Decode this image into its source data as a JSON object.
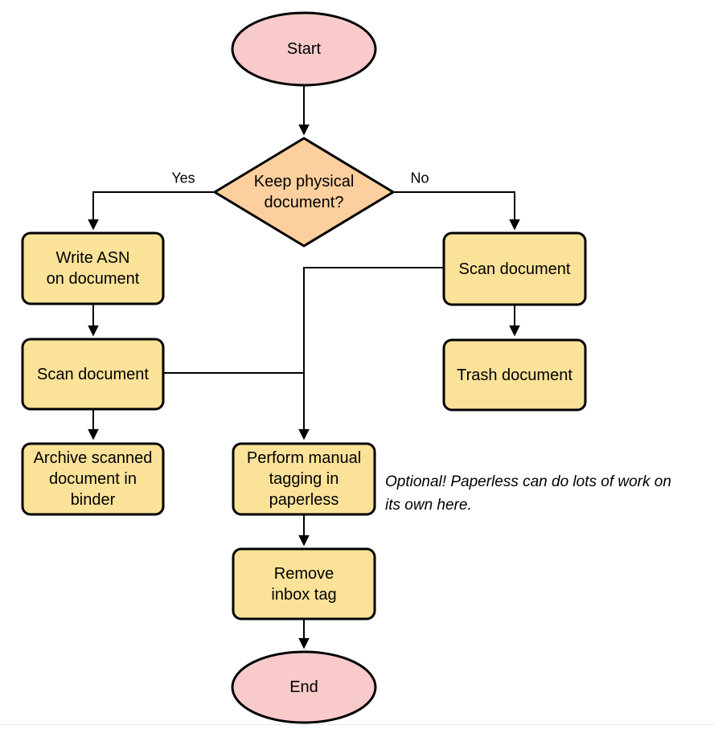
{
  "colors": {
    "background": "#ffffff",
    "terminal_fill": "#f8caca",
    "decision_fill": "#fdcf9f",
    "process_fill": "#fbe299",
    "stroke": "#000000",
    "text": "#000000",
    "footer_line": "#e9e9e9"
  },
  "diagram": {
    "nodes": {
      "start": {
        "label": "Start",
        "type": "terminal"
      },
      "decision": {
        "label": [
          "Keep physical",
          "document?"
        ],
        "type": "decision"
      },
      "write_asn": {
        "label": [
          "Write ASN",
          "on document"
        ],
        "type": "process"
      },
      "scan_left": {
        "label": "Scan document",
        "type": "process"
      },
      "archive": {
        "label": [
          "Archive scanned",
          "document in",
          "binder"
        ],
        "type": "process"
      },
      "scan_right": {
        "label": "Scan document",
        "type": "process"
      },
      "trash": {
        "label": "Trash document",
        "type": "process"
      },
      "tagging": {
        "label": [
          "Perform manual",
          "tagging in",
          "paperless"
        ],
        "type": "process"
      },
      "remove_inbox": {
        "label": [
          "Remove",
          "inbox tag"
        ],
        "type": "process"
      },
      "end": {
        "label": "End",
        "type": "terminal"
      }
    },
    "edge_labels": {
      "yes": "Yes",
      "no": "No"
    },
    "annotation": [
      "Optional! Paperless can do lots of work on",
      "its own here."
    ]
  }
}
